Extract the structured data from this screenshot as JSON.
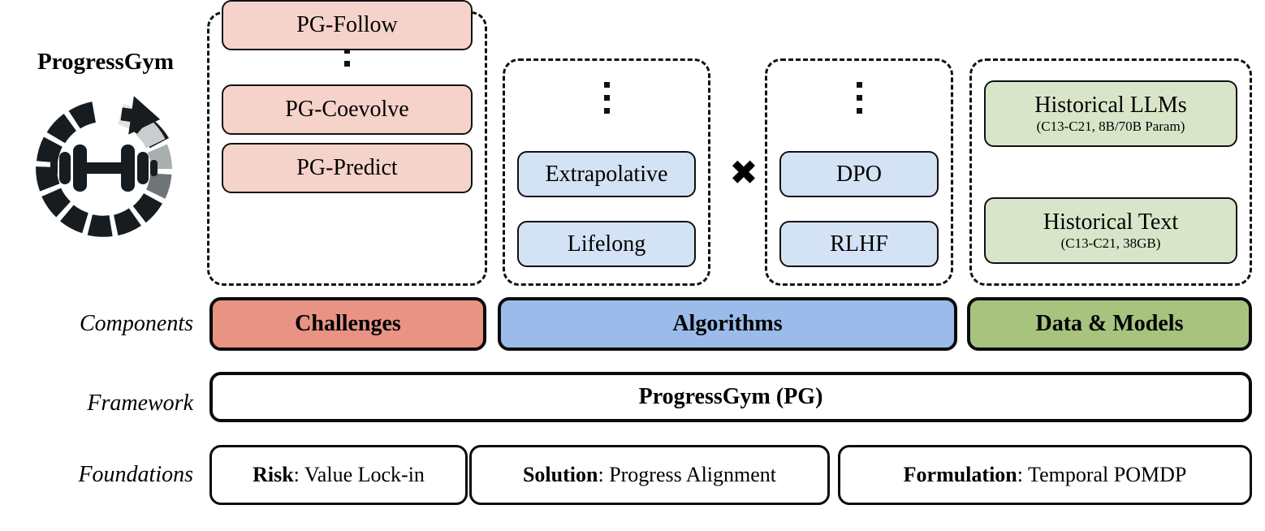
{
  "brand": {
    "title": "ProgressGym",
    "logo_icon": "progressgym-dumbbell-circular-arrow-logo"
  },
  "row_labels": {
    "components": "Components",
    "framework": "Framework",
    "foundations": "Foundations"
  },
  "colors": {
    "challenges_bar": "#E89384",
    "algorithms_bar": "#9BBCEA",
    "data_bar": "#A8C37E",
    "challenge_leaf": "#F6D3CA",
    "algorithm_leaf": "#D3E2F5",
    "data_leaf": "#D9E5C8",
    "outline": "#0b0b0b"
  },
  "groups": {
    "challenges": {
      "ellipsis": "vertical-ellipsis",
      "items": [
        {
          "title": "PG-Coevolve"
        },
        {
          "title": "PG-Predict"
        },
        {
          "title": "PG-Follow"
        }
      ]
    },
    "algorithms_paradigm": {
      "ellipsis": "vertical-ellipsis",
      "items": [
        {
          "title": "Extrapolative"
        },
        {
          "title": "Lifelong"
        }
      ]
    },
    "algorithms_method": {
      "ellipsis": "vertical-ellipsis",
      "items": [
        {
          "title": "DPO"
        },
        {
          "title": "RLHF"
        }
      ]
    },
    "data_models": {
      "items": [
        {
          "title": "Historical LLMs",
          "subtitle": "(C13-C21, 8B/70B Param)"
        },
        {
          "title": "Historical Text",
          "subtitle": "(C13-C21, 38GB)"
        }
      ]
    }
  },
  "operators": {
    "multiply": "✖"
  },
  "components": [
    {
      "label": "Challenges"
    },
    {
      "label": "Algorithms"
    },
    {
      "label": "Data & Models"
    }
  ],
  "framework": {
    "label": "ProgressGym (PG)"
  },
  "foundations": [
    {
      "key": "Risk",
      "value": ": Value Lock-in"
    },
    {
      "key": "Solution",
      "value": ": Progress Alignment"
    },
    {
      "key": "Formulation",
      "value": ": Temporal POMDP"
    }
  ]
}
